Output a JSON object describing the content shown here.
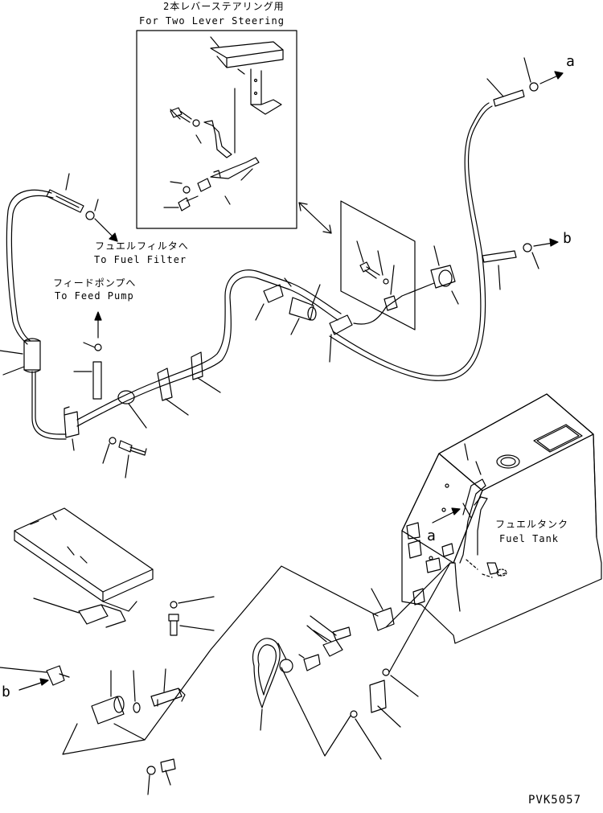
{
  "inset": {
    "title_jp": "2本レバーステアリング用",
    "title_en": "For Two Lever Steering"
  },
  "labels": {
    "fuel_filter_jp": "フュエルフィルタへ",
    "fuel_filter_en": "To Fuel Filter",
    "feed_pump_jp": "フィードポンプへ",
    "feed_pump_en": "To Feed Pump",
    "fuel_tank_jp": "フュエルタンク",
    "fuel_tank_en": "Fuel Tank"
  },
  "markers": {
    "a_top": "a",
    "b_right": "b",
    "a_tank": "a",
    "b_left": "b"
  },
  "drawing_code": "PVK5057",
  "colors": {
    "ink": "#000000",
    "paper": "#ffffff"
  }
}
